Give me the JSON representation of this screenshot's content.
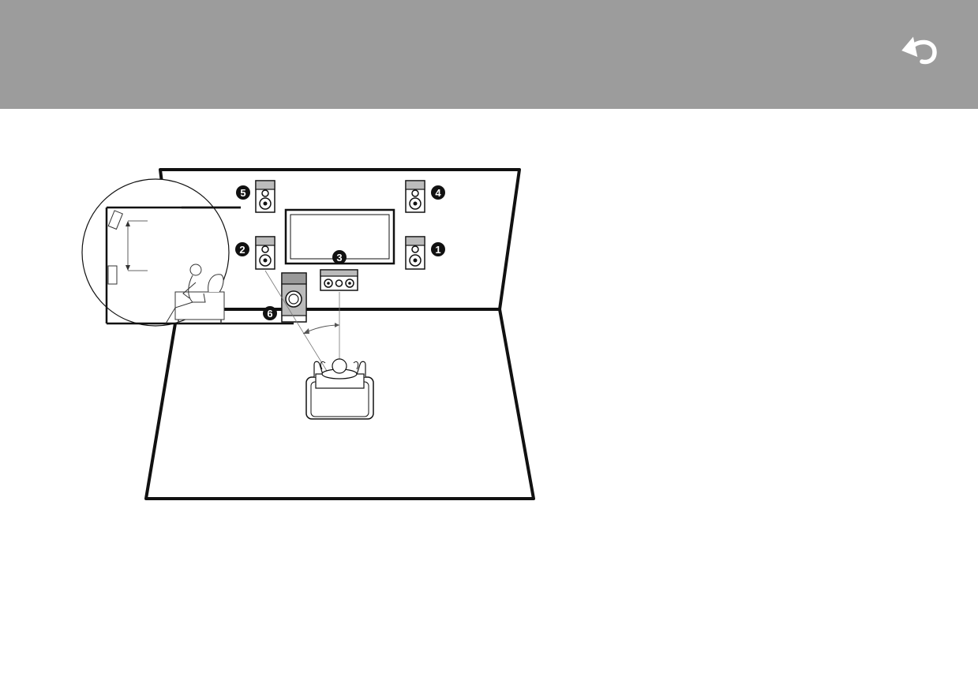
{
  "header": {
    "background_color": "#9c9c9c",
    "back_icon": "back-arrow-icon"
  },
  "speakers": [
    {
      "label": "1",
      "name": "front-right-speaker"
    },
    {
      "label": "2",
      "name": "front-left-speaker"
    },
    {
      "label": "3",
      "name": "center-speaker"
    },
    {
      "label": "4",
      "name": "front-high-right-speaker"
    },
    {
      "label": "5",
      "name": "front-high-left-speaker"
    },
    {
      "label": "6",
      "name": "subwoofer"
    }
  ]
}
